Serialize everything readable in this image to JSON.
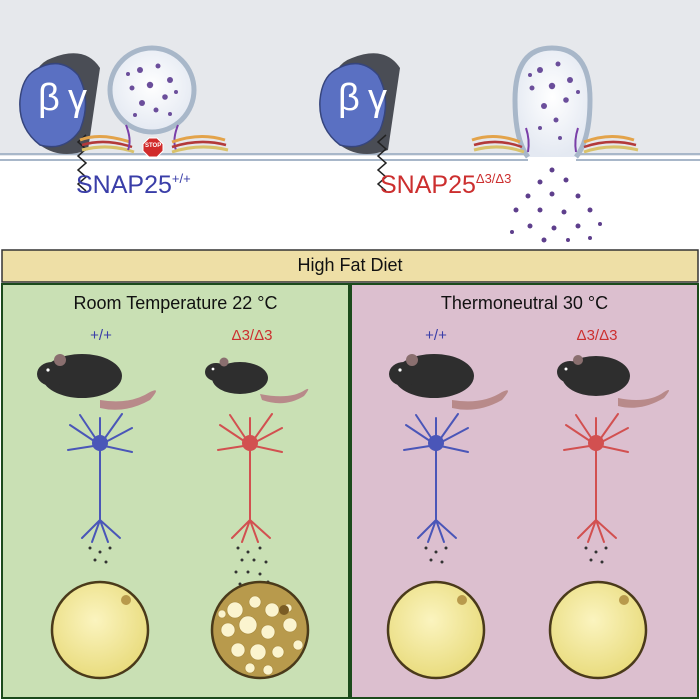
{
  "top": {
    "subunit_beta": "β",
    "subunit_gamma": "γ",
    "stop_sign": "STOP",
    "wt_label": {
      "base": "SNAP25",
      "sup": "+/+"
    },
    "mut_label": {
      "base": "SNAP25",
      "sup": "Δ3/Δ3"
    }
  },
  "banner": {
    "text": "High Fat Diet"
  },
  "panels": [
    {
      "title": "Room Temperature   22 °C",
      "wt": "+/+",
      "mut": "Δ3/Δ3"
    },
    {
      "title": "Thermoneutral   30 °C",
      "wt": "+/+",
      "mut": "Δ3/Δ3"
    }
  ],
  "colors": {
    "wild_type": "#3a3ea8",
    "mutant": "#cc2f2f",
    "membrane_bg": "#e6e8ec",
    "banner": "#eedfa6",
    "room_temp_panel": "#c9e0b4",
    "thermoneutral_panel": "#dcbfcf",
    "panel_border": "#1b4a1b"
  }
}
